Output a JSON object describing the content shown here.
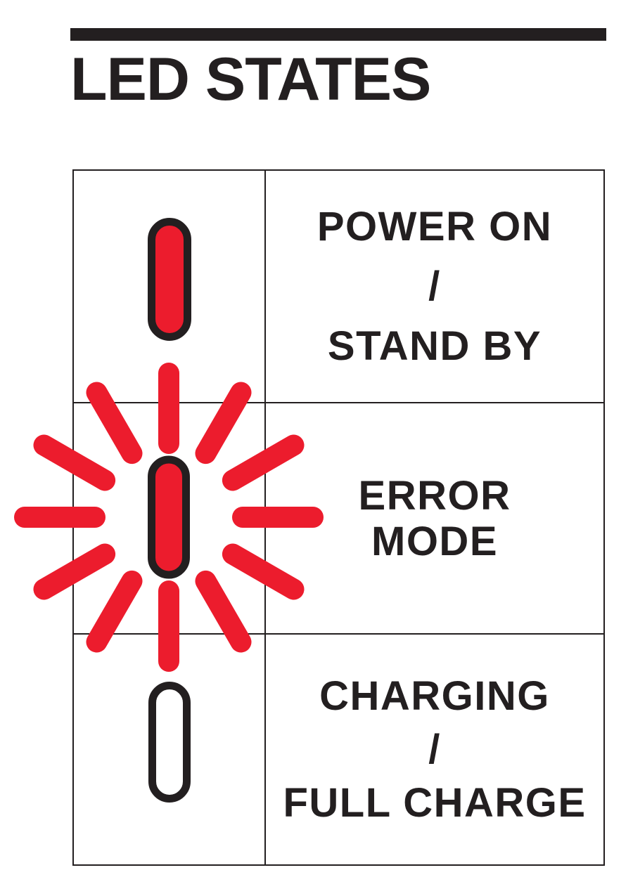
{
  "colors": {
    "red": "#EC1C2D",
    "black": "#231F20",
    "page-bg": "#FFFFFF"
  },
  "header": {
    "title": "LED STATES"
  },
  "table": {
    "rows": [
      {
        "led_icon": "led-solid-red",
        "led_state": "on",
        "label_lines": [
          "POWER ON",
          "/",
          "STAND BY"
        ]
      },
      {
        "led_icon": "led-blinking-red",
        "led_state": "blinking",
        "label_lines": [
          "ERROR",
          "MODE"
        ]
      },
      {
        "led_icon": "led-outline-white",
        "led_state": "off",
        "label_lines": [
          "CHARGING",
          "/",
          "FULL CHARGE"
        ]
      }
    ]
  }
}
